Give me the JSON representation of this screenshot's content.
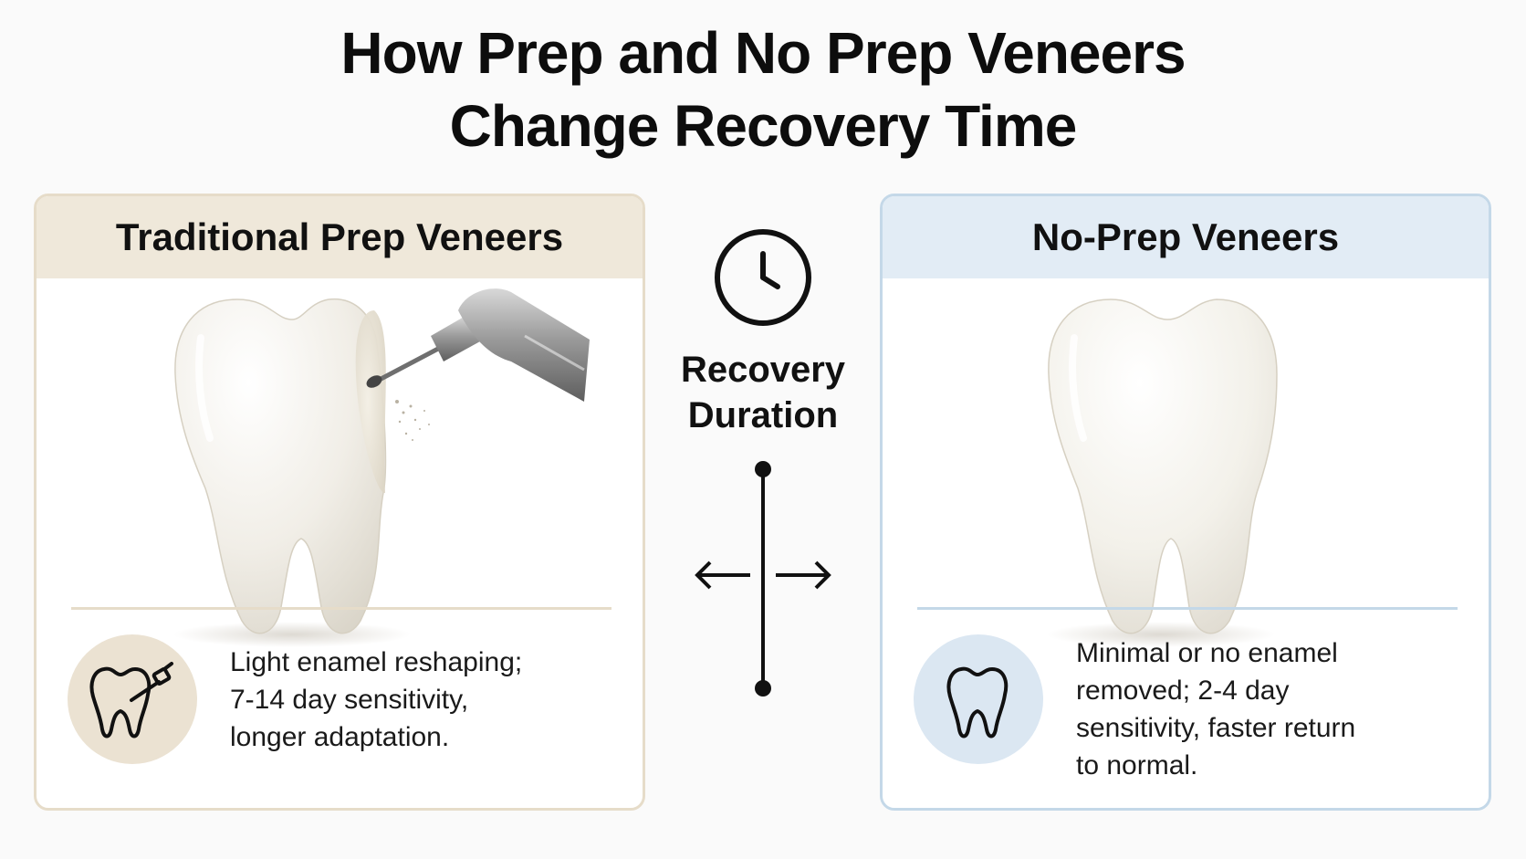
{
  "title": {
    "line1": "How Prep and No Prep Veneers",
    "line2": "Change Recovery Time"
  },
  "left_panel": {
    "heading": "Traditional Prep Veneers",
    "description_lines": [
      "Light enamel reshaping;",
      "7-14 day sensitivity,",
      "longer adaptation."
    ],
    "illustration": "tooth-with-dental-drill",
    "badge_icon": "tooth-drill-icon",
    "accent_color": "#efe8da"
  },
  "center": {
    "label_line1": "Recovery",
    "label_line2": "Duration",
    "icons": [
      "clock-icon",
      "timeline-arrows-icon"
    ]
  },
  "right_panel": {
    "heading": "No-Prep Veneers",
    "description_lines": [
      "Minimal or no enamel",
      "removed; 2-4 day",
      "sensitivity, faster return",
      "to normal."
    ],
    "illustration": "intact-tooth",
    "badge_icon": "tooth-icon",
    "accent_color": "#e2ecf5"
  }
}
